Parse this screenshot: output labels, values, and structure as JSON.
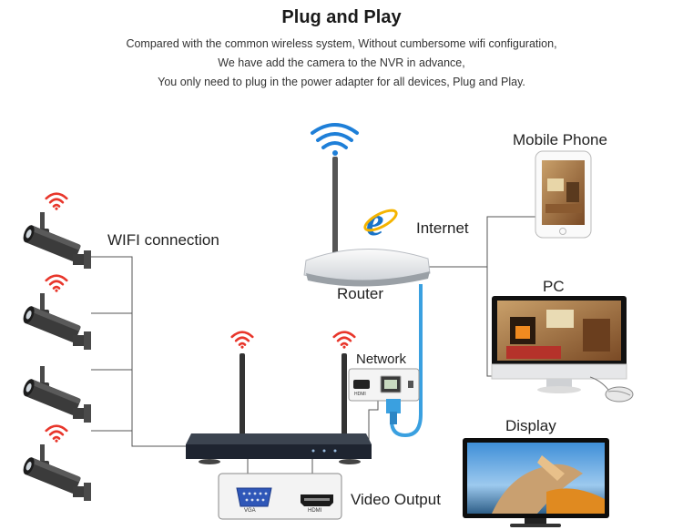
{
  "header": {
    "title": "Plug and Play",
    "lines": [
      "Compared with the common wireless system, Without cumbersome wifi configuration,",
      "We have add the camera to the NVR in advance,",
      "You only need to plug in the power adapter for all devices, Plug and Play."
    ]
  },
  "labels": {
    "wifi_connection": "WIFI connection",
    "router": "Router",
    "internet": "Internet",
    "mobile_phone": "Mobile Phone",
    "pc": "PC",
    "network": "Network",
    "display": "Display",
    "video_output": "Video Output"
  },
  "ports": {
    "vga": "VGA",
    "hdmi": "HDMI",
    "hdmi_small": "HDMI"
  },
  "colors": {
    "wifi_red": "#e8362b",
    "wifi_blue": "#1e7fd8",
    "cable_blue": "#3aa0e0",
    "line_gray": "#555555",
    "ie_blue": "#1a73c8"
  },
  "icons": [
    "wifi-signal-icon",
    "camera-icon",
    "router-icon",
    "internet-explorer-icon",
    "smartphone-icon",
    "monitor-icon",
    "mouse-icon",
    "nvr-icon",
    "tv-icon",
    "ethernet-port-icon",
    "vga-port-icon",
    "hdmi-port-icon"
  ]
}
